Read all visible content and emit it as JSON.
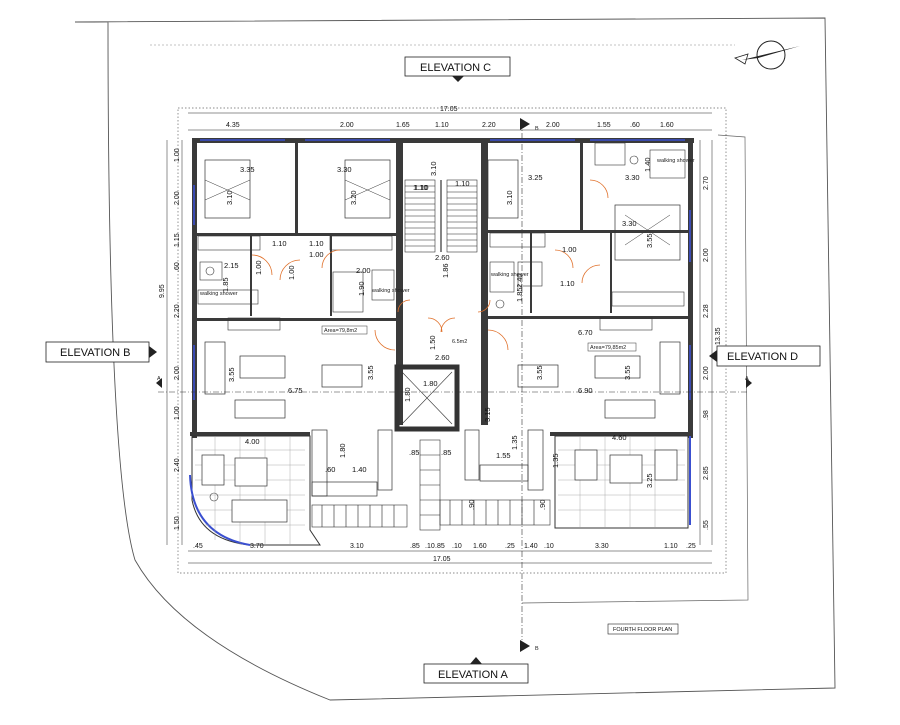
{
  "elevations": {
    "a": "ELEVATION A",
    "b": "ELEVATION B",
    "c": "ELEVATION C",
    "d": "ELEVATION D"
  },
  "plan_title": "FOURTH FLOOR PLAN",
  "section_marks": {
    "a": "A",
    "b": "B"
  },
  "overall_width": "17.05",
  "top_dims": [
    "4.35",
    "2.00",
    "1.65",
    "1.10",
    "2.20",
    "2.00",
    "1.55",
    ".60",
    "1.60"
  ],
  "bottom_dims": [
    ".45",
    "3.70",
    "3.10",
    ".85",
    ".10",
    ".85",
    ".10",
    "1.60",
    ".25",
    "1.40",
    ".10",
    "3.30",
    "1.10",
    ".25"
  ],
  "left_dims": [
    "1.00",
    "2.00",
    "1.15",
    ".60",
    "2.20",
    "2.00",
    "1.00",
    "2.40",
    "1.50"
  ],
  "left_total": "9.95",
  "right_dims": [
    "2.70",
    "2.00",
    "2.28",
    "2.00",
    ".98",
    "2.85",
    ".55"
  ],
  "right_total": "13.35",
  "rooms": {
    "bed1": [
      "3.35",
      "3.10"
    ],
    "bed2": [
      "3.30",
      "3.20"
    ],
    "bed3": [
      "3.25",
      "3.10"
    ],
    "bed4": [
      "3.30",
      "3.55"
    ],
    "bath_r": [
      "3.30",
      "1.40"
    ],
    "stair": [
      "1.10",
      "1.10",
      "3.10"
    ]
  },
  "labels": {
    "walk_in_shower": "walking shower",
    "area_left": "Area=79,8m2",
    "area_right": "Area=79,85m2",
    "lobby_area": "6.5m2"
  },
  "inner_dims": {
    "d_110a": "1.10",
    "d_110b": "1.10",
    "d_100a": "1.00",
    "d_100b": "1.00",
    "d_100c": "1.00",
    "d_100d": "1.00",
    "d_215": "2.15",
    "d_200": "2.00",
    "d_190": "1.90",
    "d_260a": "2.60",
    "d_186": "1.86",
    "d_240": "2.40",
    "d_185a": "1.85",
    "d_185b": "1.85",
    "d_110c": "1.10",
    "d_670": "6.70",
    "d_675": "6.75",
    "d_690": "6.90",
    "d_355a": "3.55",
    "d_355b": "3.55",
    "d_355c": "3.55",
    "d_355d": "3.55",
    "d_150": "1.50",
    "d_260b": "2.60",
    "d_180a": "1.80",
    "d_180b": "1.80",
    "d_315": "3.15",
    "d_135": "1.35",
    "d_155": "1.55",
    "d_400": "4.00",
    "d_460": "4.60",
    "d_180c": "1.80",
    "d_060": ".60",
    "d_140": "1.40",
    "d_085a": ".85",
    "d_085b": ".85",
    "d_325": "3.25",
    "d_135b": "1.35",
    "d_090": ".90",
    "d_090b": ".90",
    "d_110d": "1.10"
  }
}
